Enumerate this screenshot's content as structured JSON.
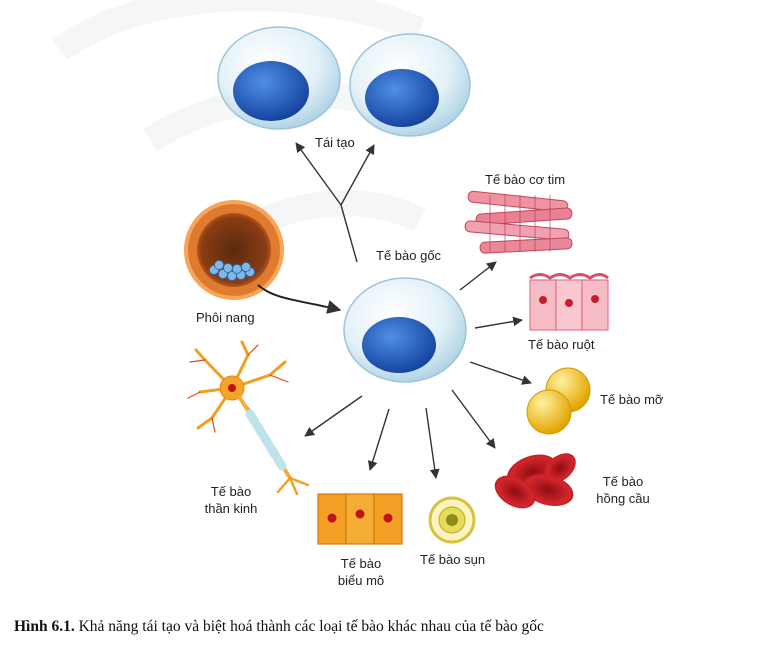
{
  "labels": {
    "renewal": "Tái tạo",
    "stem_cell": "Tế bào gốc",
    "blastocyst": "Phôi nang",
    "cardiac": "Tế bào cơ tim",
    "intestinal": "Tế bào ruột",
    "fat": "Tế bào mỡ",
    "red_blood_1": "Tế bào",
    "red_blood_2": "hồng cầu",
    "cartilage": "Tế bào sụn",
    "epithelial_1": "Tế bào",
    "epithelial_2": "biểu mô",
    "nerve_1": "Tế bào",
    "nerve_2": "thần kinh"
  },
  "caption": {
    "prefix": "Hình 6.1.",
    "text": " Khả năng tái tạo và biệt hoá thành các loại tế bào khác nhau của tế bào gốc"
  },
  "colors": {
    "cell_membrane": "#cfe6f2",
    "nucleus": "#1f5fc4",
    "arrow": "#333333",
    "cardiac": "#e98a9a",
    "intestinal": "#f4b7c0",
    "fat": "#f5c21b",
    "red_blood": "#c81e24",
    "epithelial": "#f49b1c",
    "cartilage": "#e8e070",
    "nerve": "#f0a020"
  }
}
